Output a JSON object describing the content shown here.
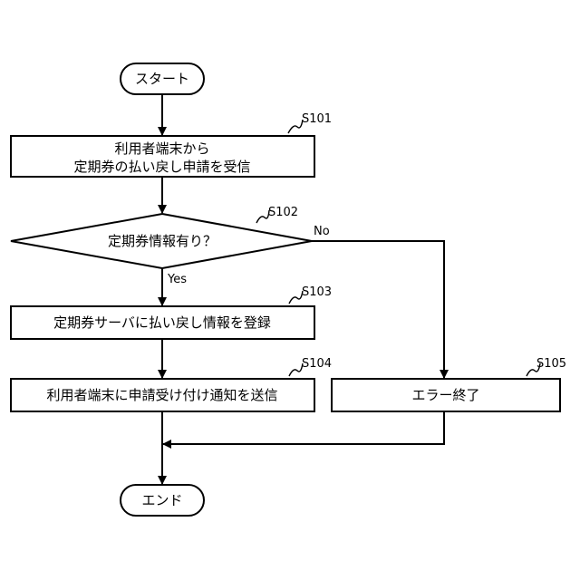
{
  "start": {
    "label": "スタート"
  },
  "s101": {
    "step": "S101",
    "lines": [
      "利用者端末から",
      "定期券の払い戻し申請を受信"
    ]
  },
  "s102": {
    "step": "S102",
    "question": "定期券情報有り？",
    "yes": "Yes",
    "no": "No"
  },
  "s103": {
    "step": "S103",
    "label": "定期券サーバに払い戻し情報を登録"
  },
  "s104": {
    "step": "S104",
    "label": "利用者端末に申請受け付け通知を送信"
  },
  "s105": {
    "step": "S105",
    "label": "エラー終了"
  },
  "end": {
    "label": "エンド"
  }
}
